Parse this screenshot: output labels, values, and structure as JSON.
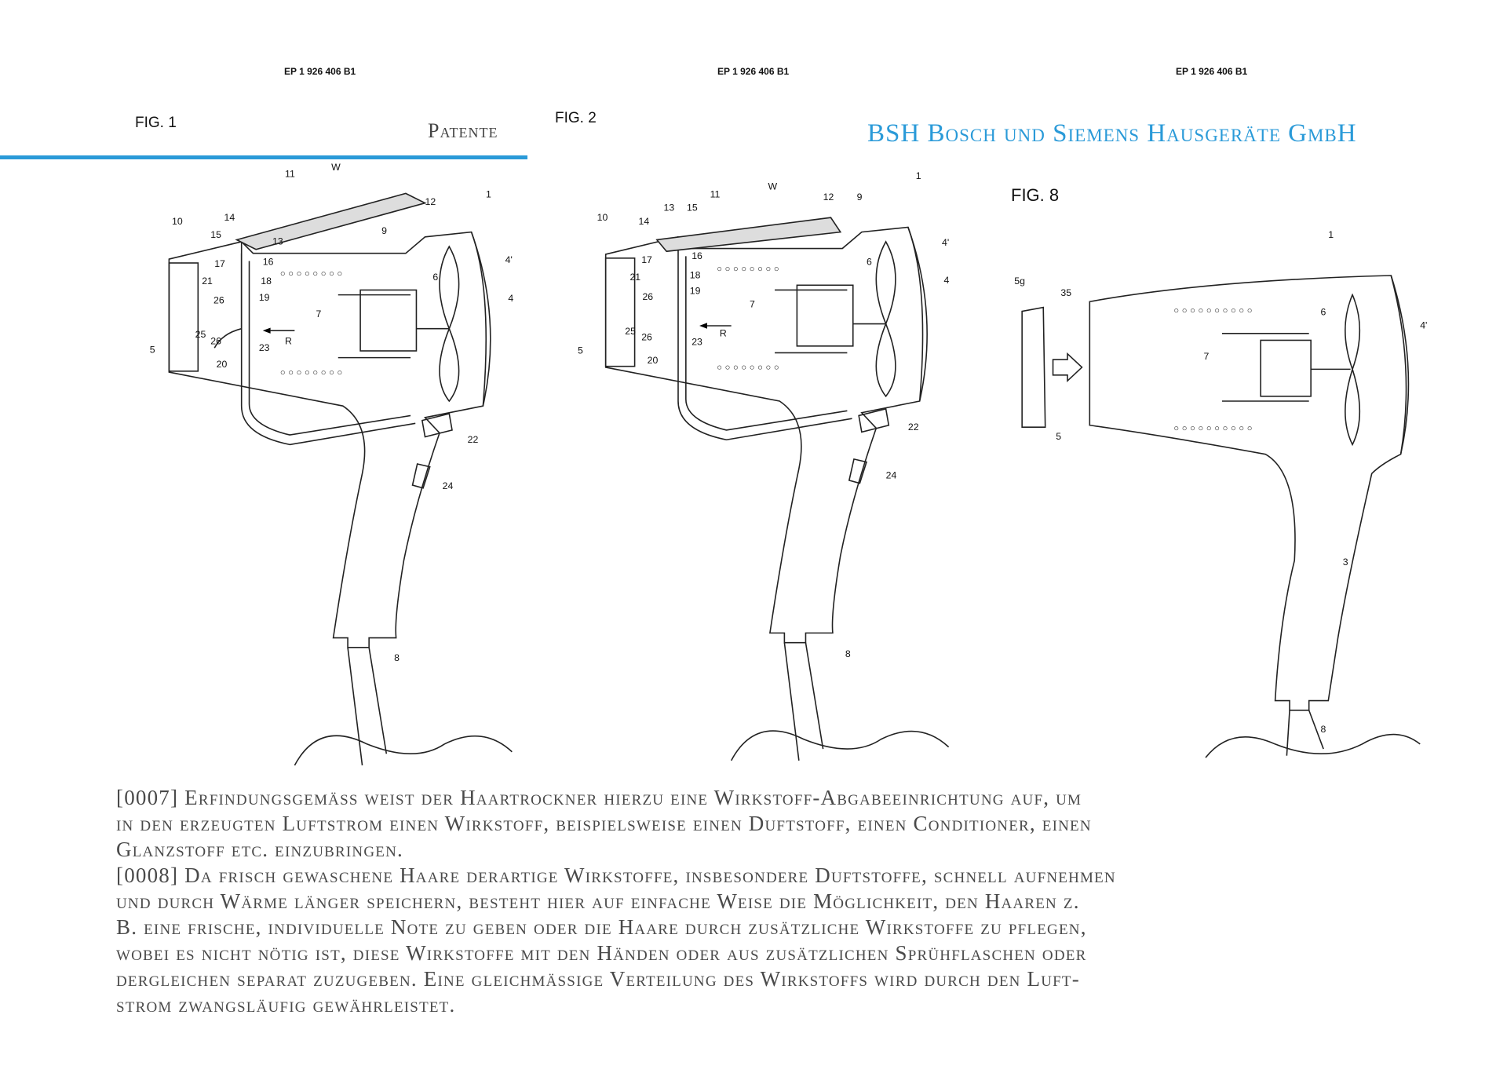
{
  "headers": [
    "EP 1 926 406 B1",
    "EP 1 926 406 B1",
    "EP 1 926 406 B1"
  ],
  "section_label": "Patente",
  "company": "BSH Bosch und Siemens Hausgeräte GmbH",
  "figures": {
    "fig1": {
      "title": "FIG. 1",
      "labels": [
        "11",
        "W",
        "12",
        "1",
        "14",
        "10",
        "15",
        "13",
        "9",
        "17",
        "16",
        "18",
        "21",
        "19",
        "26",
        "4'",
        "4",
        "6",
        "7",
        "25",
        "26",
        "5",
        "R",
        "23",
        "20",
        "22",
        "24",
        "8"
      ]
    },
    "fig2": {
      "title": "FIG. 2",
      "labels": [
        "11",
        "W",
        "12",
        "9",
        "1",
        "13",
        "15",
        "10",
        "14",
        "16",
        "17",
        "4'",
        "6",
        "18",
        "21",
        "19",
        "4",
        "26",
        "7",
        "25",
        "26",
        "R",
        "5",
        "23",
        "20",
        "22",
        "24",
        "8"
      ]
    },
    "fig8": {
      "title": "FIG. 8",
      "labels": [
        "1",
        "5g",
        "35",
        "6",
        "4'",
        "7",
        "5",
        "3",
        "8"
      ]
    }
  },
  "paragraph_lines": [
    "[0007]  Erfindungsgemäss weist der Haartrockner hierzu eine Wirkstoff-Abgabeeinrichtung auf, um",
    "in den erzeugten Luftstrom einen Wirkstoff, beispielsweise einen Duftstoff, einen Conditioner, einen",
    "Glanzstoff etc. einzubringen.",
    "[0008]  Da frisch gewaschene Haare derartige Wirkstoffe, insbesondere Duftstoffe, schnell aufnehmen",
    "und durch Wärme länger speichern, besteht hier auf einfache Weise die Möglichkeit, den Haaren z.",
    "B. eine frische, individuelle Note zu geben oder die Haare durch zusätzliche Wirkstoffe zu pflegen,",
    "wobei es nicht nötig ist, diese Wirkstoffe mit den Händen oder aus zusätzlichen Sprühflaschen oder",
    "dergleichen separat zuzugeben. Eine gleichmässige Verteilung des Wirkstoffs wird durch den Luft-",
    "strom zwangsläufig gewährleistet."
  ]
}
